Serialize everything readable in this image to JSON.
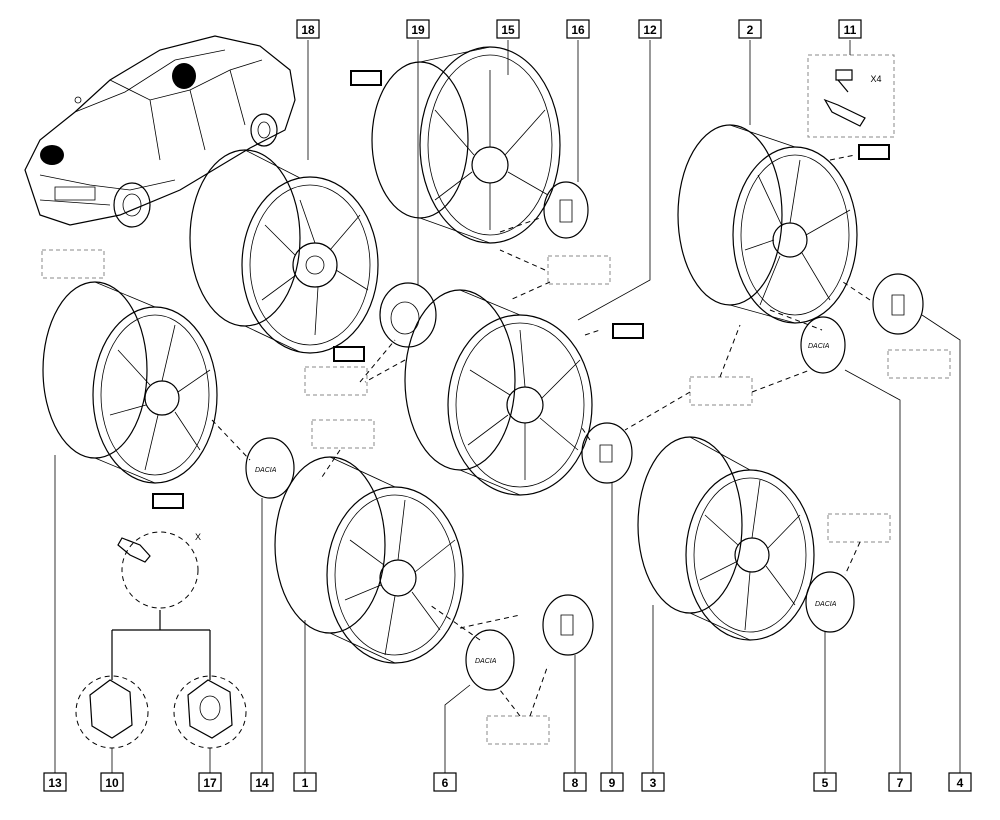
{
  "callouts": {
    "c1": "1",
    "c2": "2",
    "c3": "3",
    "c4": "4",
    "c5": "5",
    "c6": "6",
    "c7": "7",
    "c8": "8",
    "c9": "9",
    "c10": "10",
    "c11": "11",
    "c12": "12",
    "c13": "13",
    "c14": "14",
    "c15": "15",
    "c16": "16",
    "c17": "17",
    "c18": "18",
    "c19": "19"
  },
  "annotations": {
    "bolt_qty": "X4",
    "bolt_axis": "X"
  },
  "cap_logos": {
    "logo_a": "DACIA",
    "logo_b": "DACIA",
    "logo_c": "DACIA",
    "logo_d": "DACIA"
  }
}
